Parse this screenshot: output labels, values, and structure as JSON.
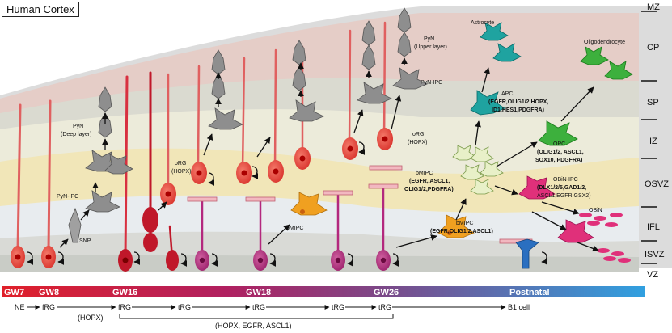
{
  "title": "Human Cortex",
  "layers": [
    "MZ",
    "CP",
    "SP",
    "IZ",
    "OSVZ",
    "IFL",
    "ISVZ",
    "VZ"
  ],
  "cell_labels": {
    "snp": "SNP",
    "pyn_ipc_deep": "PyN-IPC",
    "pyn_deep_1": "PyN",
    "pyn_deep_2": "(Deep layer)",
    "org_1": "oRG",
    "org_1_sub": "(HOPX)",
    "org_2": "oRG",
    "org_2_sub": "(HOPX)",
    "bmipc_small": "bMIPC",
    "pyn_upper_1": "PyN",
    "pyn_upper_2": "(Upper layer)",
    "pyn_ipc_upper": "PyN-IPC",
    "astrocyte": "Astrocyte",
    "oligodendrocyte": "Oligodendrocyte",
    "apc_1": "APC",
    "apc_2": "(EGFR,OLIG1/2,HOPX,",
    "apc_3": "ID1,HES1,PDGFRA)",
    "opc_1": "OPC",
    "opc_2": "(OLIG1/2, ASCL1,",
    "opc_3": "SOX10, PDGFRA)",
    "bmipc_top_1": "bMIPC",
    "bmipc_top_2": "(EGFR, ASCL1,",
    "bmipc_top_3": "OLIG1/2,PDGFRA)",
    "bmipc_bot_1": "bMIPC",
    "bmipc_bot_2": "(EGFR,OLIG1/2,ASCL1)",
    "obin_ipc_1": "OBiN-IPC",
    "obin_ipc_2": "(DLX1/2/5,GAD1/2,",
    "obin_ipc_3": "ASCL1,EGFR,GSX2)",
    "obin": "OBiN"
  },
  "timeline": {
    "stages": [
      "GW7",
      "GW8",
      "GW16",
      "GW18",
      "GW26",
      "Postnatal"
    ],
    "lineage": [
      "NE",
      "fRG",
      "fRG",
      "tRG",
      "tRG",
      "tRG",
      "tRG",
      "B1 cell"
    ],
    "note_hopx": "(HOPX)",
    "note_markers": "(HOPX, EGFR, ASCL1)"
  },
  "colors": {
    "red_cell": "#e8443a",
    "deep_red": "#c0182a",
    "magenta_cell": "#b3287e",
    "gray_cell": "#8a8a8a",
    "orange_cell": "#f0a020",
    "teal_cell": "#1fa3a0",
    "green_cell": "#3db03d",
    "pink_cell": "#e0307a",
    "blue_cell": "#2a6fc0",
    "timeline_start": "#e0202a",
    "timeline_end": "#30a0e0"
  }
}
